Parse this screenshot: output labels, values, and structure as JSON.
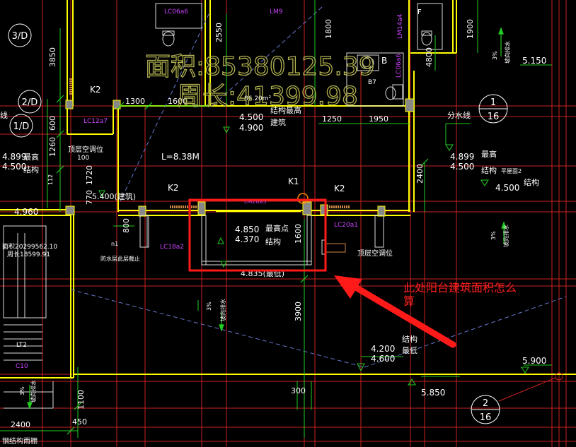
{
  "drawing": {
    "overlay_area": "面积:85380125.39",
    "overlay_perimeter": "周长:41399.98",
    "question": "此处阳台建筑面积怎么算",
    "grid_bubbles": [
      {
        "top": "3/D",
        "bottom": ""
      },
      {
        "top": "2/D",
        "bottom": ""
      },
      {
        "top": "1/D",
        "bottom": ""
      },
      {
        "top": "1",
        "bottom": "16"
      },
      {
        "top": "2",
        "bottom": "16"
      }
    ],
    "windows": {
      "lc06a6": "LC06a6",
      "lm9": "LM9",
      "lm14a4": "LM14a4",
      "lc06a6_right": "LC06a6",
      "lc12a7": "LC12a7",
      "lm20a3": "LM20a3",
      "lc18a2": "LC18a2",
      "lc20a1": "LC20a1",
      "c10": "C10"
    },
    "dimensions": {
      "d3850": "3850",
      "d600": "600",
      "d1260": "1260",
      "d1720": "1720",
      "d770": "770",
      "d2550": "2550",
      "d1800": "1800",
      "d1900": "1900",
      "d4800": "4800",
      "d1300": "1300",
      "d1600": "1600",
      "d1250": "1250",
      "d1950": "1950",
      "d2400_v": "2400",
      "d800": "800",
      "d1600_v": "1600",
      "d3900": "3900",
      "d300": "300",
      "d1100": "1100",
      "d2400_h": "2400",
      "d450": "450",
      "d100": "100",
      "d112": "112"
    },
    "labels": {
      "k2_left": "K2",
      "k2_mid": "K2",
      "k1": "K1",
      "k2_right": "K2",
      "b": "B",
      "b7": "B7",
      "f": "F",
      "n1": "n1",
      "lt2": "LT2",
      "area_small": "86.20m²",
      "fen_shui_xian_left": "线",
      "fen_shui_xian_right": "分水线",
      "length": "L=8.38M",
      "jg_zg_top": "结构最高",
      "jg_zg_top_v1": "4.500",
      "jg_zg_top_v2": "4.900",
      "jz": "建筑",
      "jg_zg_l1": "4.899",
      "jg_zg_l1b": "最高",
      "jg_zg_l2": "4.500",
      "jg_zg_l2b": "结构",
      "jz_left": "5.400(建筑)",
      "el_4960": "4.960",
      "el_big1": "面积20299562.10",
      "el_big2": "周长18599.91",
      "ac_left": "顶层空调位",
      "ac_right": "顶层空调位",
      "fang_shui": "防水层此层截止",
      "bal_v1": "4.850",
      "bal_v1b": "最高点",
      "bal_v2": "4.370",
      "bal_v2b": "结构",
      "bal_low": "4.835(最低)",
      "r_v1": "4.899",
      "r_v1b": "最高",
      "r_v2": "4.500",
      "r_v2b": "结构",
      "r_v2c": "平屋面2",
      "r_v3": "4.500",
      "r_v3b": "结构",
      "el_5150": "5.150",
      "el_5900": "5.900",
      "el_5850": "5.850",
      "b_jg": "结构",
      "b_v1": "4.200",
      "b_v1b": "最低",
      "b_v2": "4.600",
      "slope1": "3%",
      "slope2": "3%",
      "slope3": "3%",
      "slope4": "3%",
      "slope_text": "坡向排水",
      "canopy": "钢结构雨棚"
    }
  },
  "colors": {
    "bg": "#000000",
    "wall": "#ffff00",
    "grid": "#cc2222",
    "dim": "#22cc22",
    "text": "#ffffff",
    "window": "#cc44ff",
    "highlight": "#ff1a1a",
    "overlay": "#b0b050",
    "cyan": "#22cccc",
    "brown": "#cc8844"
  }
}
